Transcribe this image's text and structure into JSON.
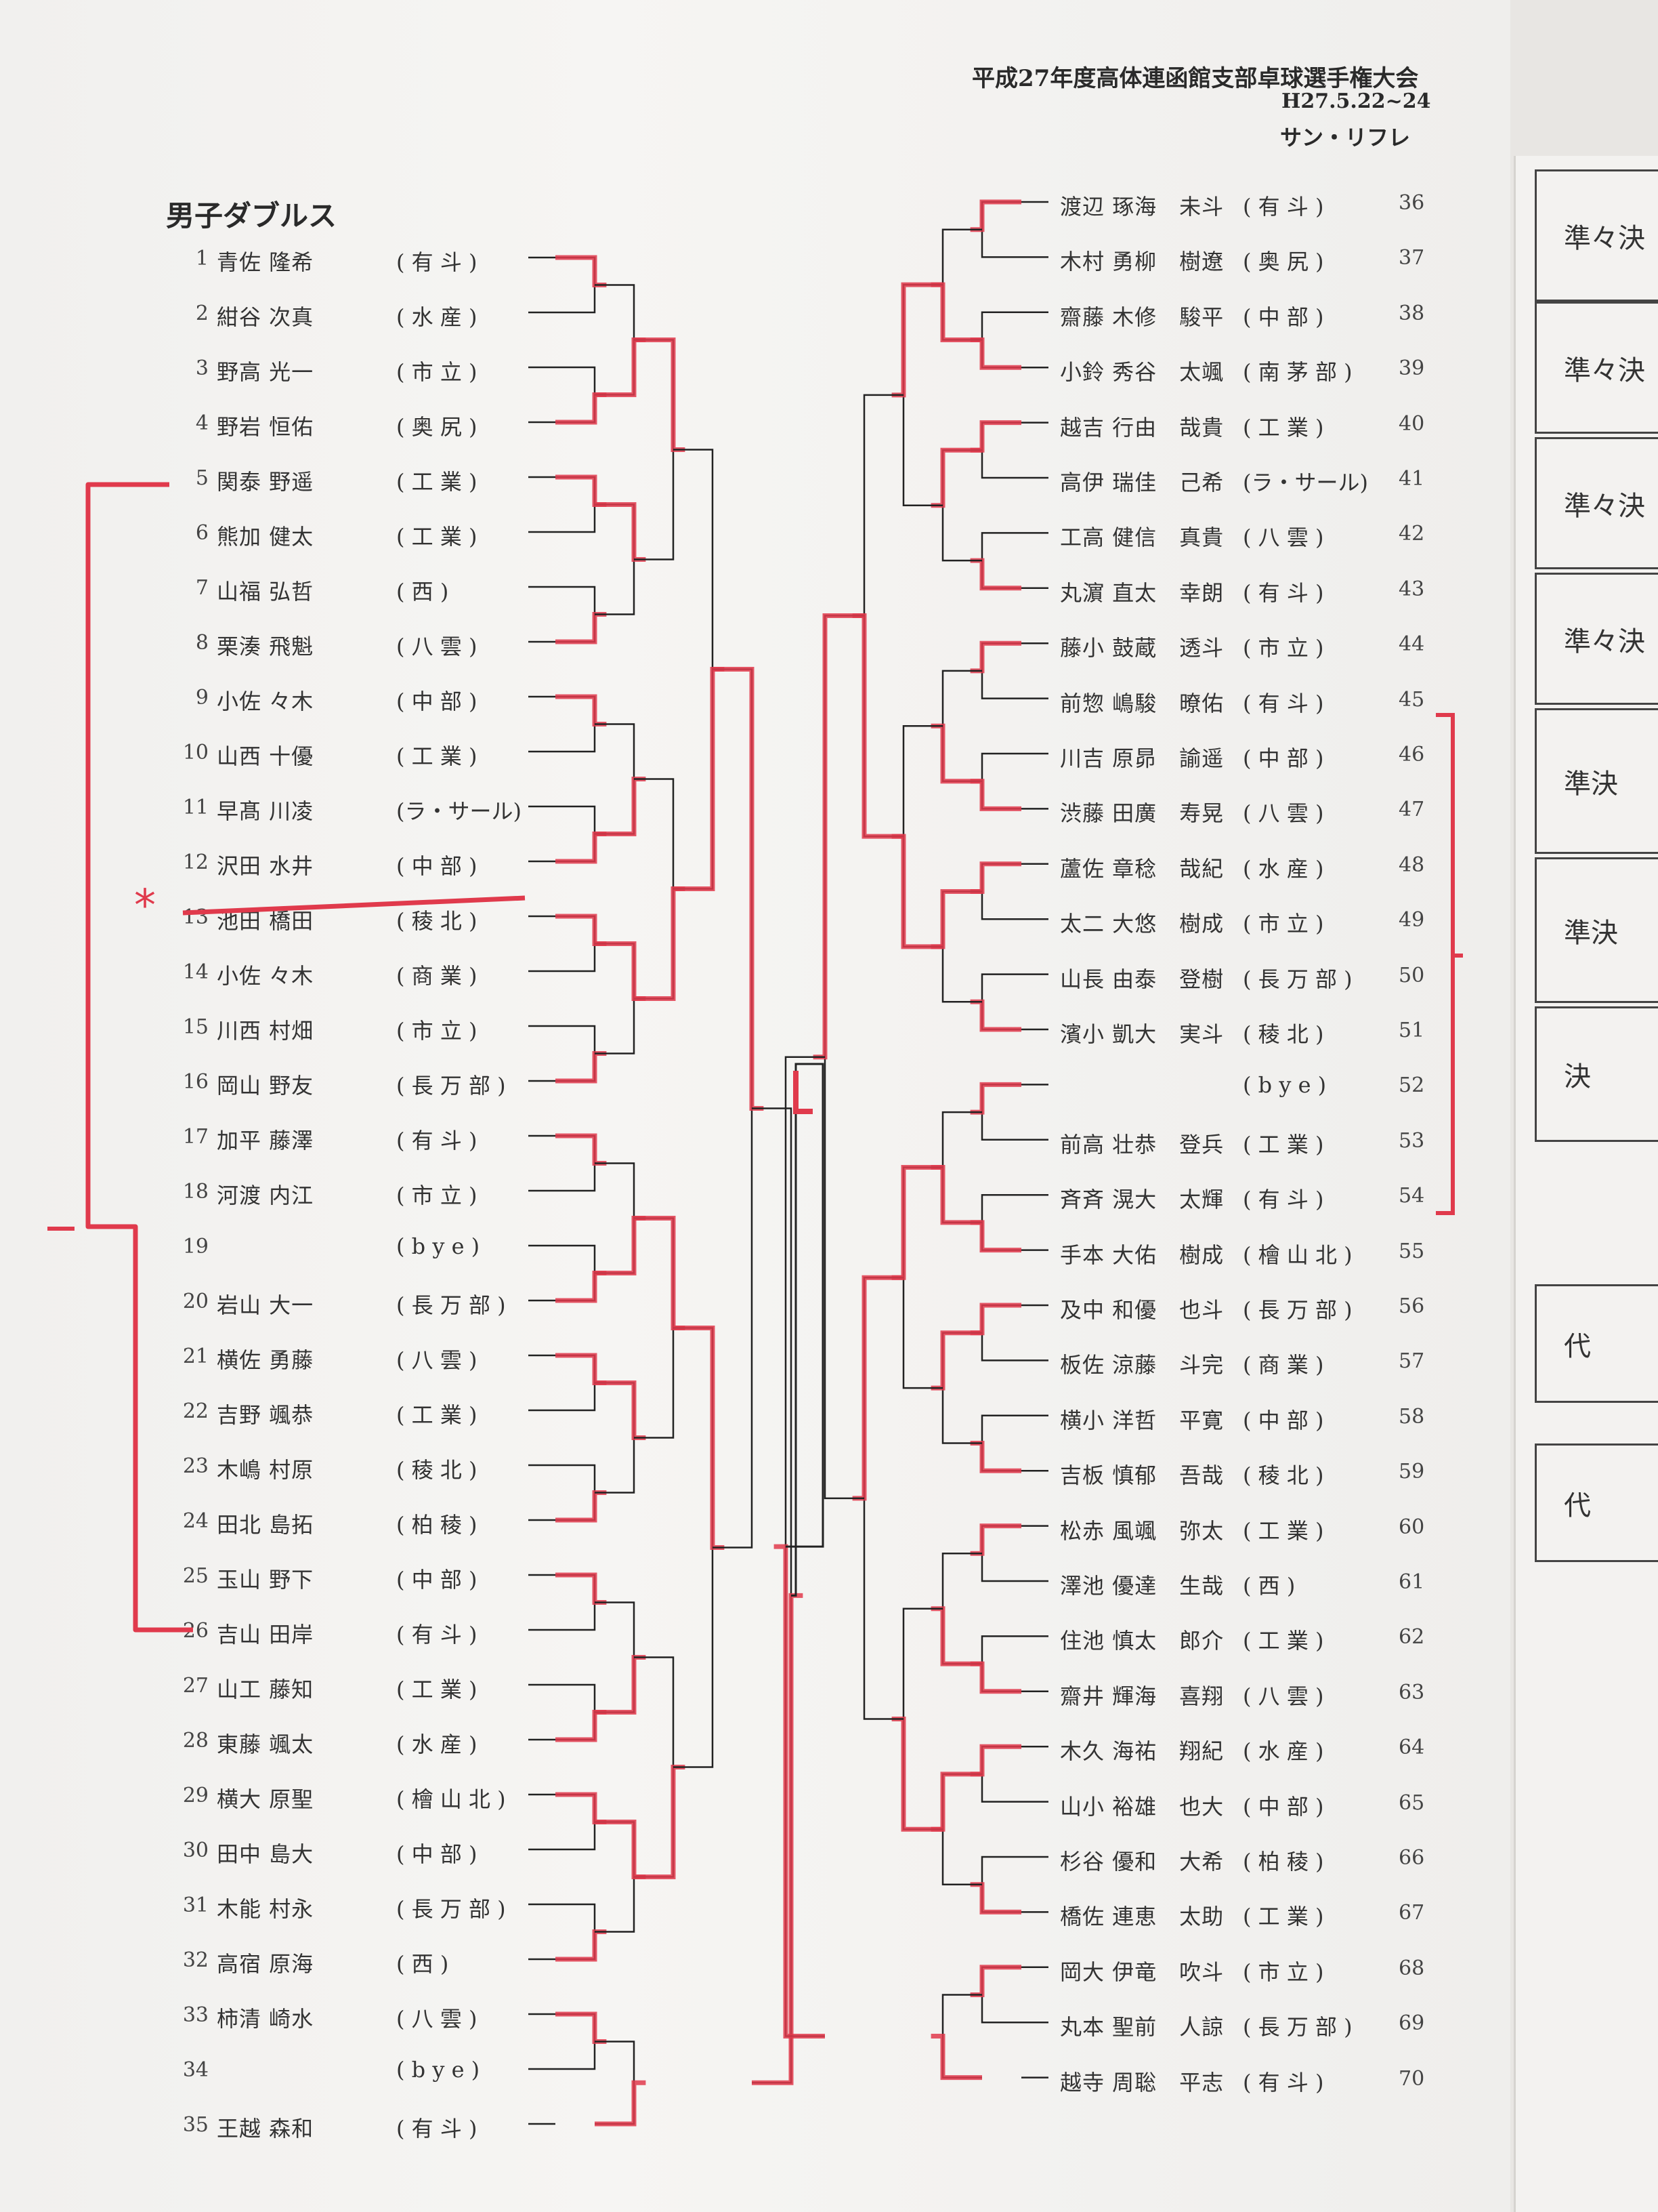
{
  "header": {
    "tournament": "平成27年度高体連函館支部卓球選手権大会",
    "dates": "H27.5.22~24",
    "venue": "サン・リフレ"
  },
  "event_title": "男子ダブルス",
  "annotation_mark": "*",
  "side_page_labels": [
    "準々決",
    "準々決",
    "準々決",
    "準々決",
    "準決",
    "準決",
    "決",
    "代",
    "代"
  ],
  "left_entries": [
    {
      "no": "1",
      "names": "青佐 隆希",
      "school": "( 有 斗 )"
    },
    {
      "no": "2",
      "names": "紺谷 次真",
      "school": "( 水 産 )"
    },
    {
      "no": "3",
      "names": "野高 光一",
      "school": "( 市 立 )"
    },
    {
      "no": "4",
      "names": "野岩 恒佑",
      "school": "( 奥 尻 )"
    },
    {
      "no": "5",
      "names": "関泰 野遥",
      "school": "( 工 業 )"
    },
    {
      "no": "6",
      "names": "熊加 健太",
      "school": "( 工 業 )"
    },
    {
      "no": "7",
      "names": "山福 弘哲",
      "school": "( 西 )"
    },
    {
      "no": "8",
      "names": "栗湊 飛魁",
      "school": "( 八 雲 )"
    },
    {
      "no": "9",
      "names": "小佐 々木",
      "school": "( 中 部 )"
    },
    {
      "no": "10",
      "names": "山西 十優",
      "school": "( 工 業 )"
    },
    {
      "no": "11",
      "names": "早髙 川凌",
      "school": "(ラ・サール)"
    },
    {
      "no": "12",
      "names": "沢田 水井",
      "school": "( 中 部 )"
    },
    {
      "no": "13",
      "names": "池田 橋田",
      "school": "( 稜 北 )"
    },
    {
      "no": "14",
      "names": "小佐 々木",
      "school": "( 商 業 )"
    },
    {
      "no": "15",
      "names": "川西 村畑",
      "school": "( 市 立 )"
    },
    {
      "no": "16",
      "names": "岡山 野友",
      "school": "( 長 万 部 )"
    },
    {
      "no": "17",
      "names": "加平 藤澤",
      "school": "( 有 斗 )"
    },
    {
      "no": "18",
      "names": "河渡 内江",
      "school": "( 市 立 )"
    },
    {
      "no": "19",
      "names": "",
      "school": "( b y e )"
    },
    {
      "no": "20",
      "names": "岩山 大一",
      "school": "( 長 万 部 )"
    },
    {
      "no": "21",
      "names": "横佐 勇藤",
      "school": "( 八 雲 )"
    },
    {
      "no": "22",
      "names": "吉野 颯恭",
      "school": "( 工 業 )"
    },
    {
      "no": "23",
      "names": "木嶋 村原",
      "school": "( 稜 北 )"
    },
    {
      "no": "24",
      "names": "田北 島拓",
      "school": "( 柏 稜 )"
    },
    {
      "no": "25",
      "names": "玉山 野下",
      "school": "( 中 部 )"
    },
    {
      "no": "26",
      "names": "吉山 田岸",
      "school": "( 有 斗 )"
    },
    {
      "no": "27",
      "names": "山工 藤知",
      "school": "( 工 業 )"
    },
    {
      "no": "28",
      "names": "東藤 颯太",
      "school": "( 水 産 )"
    },
    {
      "no": "29",
      "names": "横大 原聖",
      "school": "( 檜 山 北 )"
    },
    {
      "no": "30",
      "names": "田中 島大",
      "school": "( 中 部 )"
    },
    {
      "no": "31",
      "names": "木能 村永",
      "school": "( 長 万 部 )"
    },
    {
      "no": "32",
      "names": "高宿 原海",
      "school": "( 西 )"
    },
    {
      "no": "33",
      "names": "柿清 崎水",
      "school": "( 八 雲 )"
    },
    {
      "no": "34",
      "names": "",
      "school": "( b y e )"
    },
    {
      "no": "35",
      "names": "王越 森和",
      "school": "( 有 斗 )"
    }
  ],
  "right_entries": [
    {
      "no": "36",
      "names": "渡辺 琢海　未斗",
      "school": "( 有 斗 )"
    },
    {
      "no": "37",
      "names": "木村 勇柳　樹遼",
      "school": "( 奥 尻 )"
    },
    {
      "no": "38",
      "names": "齋藤 木修　駿平",
      "school": "( 中 部 )"
    },
    {
      "no": "39",
      "names": "小鈴 秀谷　太颯",
      "school": "( 南 茅 部 )"
    },
    {
      "no": "40",
      "names": "越吉 行由　哉貴",
      "school": "( 工 業 )"
    },
    {
      "no": "41",
      "names": "高伊 瑞佳　己希",
      "school": "(ラ・サール)"
    },
    {
      "no": "42",
      "names": "工高 健信　真貴",
      "school": "( 八 雲 )"
    },
    {
      "no": "43",
      "names": "丸濵 直太　幸朗",
      "school": "( 有 斗 )"
    },
    {
      "no": "44",
      "names": "藤小 鼓蔵　透斗",
      "school": "( 市 立 )"
    },
    {
      "no": "45",
      "names": "前惣 嶋駿　暸佑",
      "school": "( 有 斗 )"
    },
    {
      "no": "46",
      "names": "川吉 原昴　諭遥",
      "school": "( 中 部 )"
    },
    {
      "no": "47",
      "names": "渋藤 田廣　寿晃",
      "school": "( 八 雲 )"
    },
    {
      "no": "48",
      "names": "蘆佐 章稔　哉紀",
      "school": "( 水 産 )"
    },
    {
      "no": "49",
      "names": "太二 大悠　樹成",
      "school": "( 市 立 )"
    },
    {
      "no": "50",
      "names": "山長 由泰　登樹",
      "school": "( 長 万 部 )"
    },
    {
      "no": "51",
      "names": "濱小 凱大　実斗",
      "school": "( 稜 北 )"
    },
    {
      "no": "52",
      "names": "",
      "school": "( b y e )"
    },
    {
      "no": "53",
      "names": "前高 壮恭　登兵",
      "school": "( 工 業 )"
    },
    {
      "no": "54",
      "names": "斉斉 滉大　太輝",
      "school": "( 有 斗 )"
    },
    {
      "no": "55",
      "names": "手本 大佑　樹成",
      "school": "( 檜 山 北 )"
    },
    {
      "no": "56",
      "names": "及中 和優　也斗",
      "school": "( 長 万 部 )"
    },
    {
      "no": "57",
      "names": "板佐 涼藤　斗完",
      "school": "( 商 業 )"
    },
    {
      "no": "58",
      "names": "横小 洋哲　平寛",
      "school": "( 中 部 )"
    },
    {
      "no": "59",
      "names": "吉板 慎郁　吾哉",
      "school": "( 稜 北 )"
    },
    {
      "no": "60",
      "names": "松赤 風颯　弥太",
      "school": "( 工 業 )"
    },
    {
      "no": "61",
      "names": "澤池 優達　生哉",
      "school": "( 西 )"
    },
    {
      "no": "62",
      "names": "住池 慎太　郎介",
      "school": "( 工 業 )"
    },
    {
      "no": "63",
      "names": "齋井 輝海　喜翔",
      "school": "( 八 雲 )"
    },
    {
      "no": "64",
      "names": "木久 海祐　翔紀",
      "school": "( 水 産 )"
    },
    {
      "no": "65",
      "names": "山小 裕雄　也大",
      "school": "( 中 部 )"
    },
    {
      "no": "66",
      "names": "杉谷 優和　大希",
      "school": "( 柏 稜 )"
    },
    {
      "no": "67",
      "names": "橋佐 連恵　太助",
      "school": "( 工 業 )"
    },
    {
      "no": "68",
      "names": "岡大 伊竜　吹斗",
      "school": "( 市 立 )"
    },
    {
      "no": "69",
      "names": "丸本 聖前　人諒",
      "school": "( 長 万 部 )"
    },
    {
      "no": "70",
      "names": "越寺 周聡　平志",
      "school": "( 有 斗 )"
    }
  ]
}
